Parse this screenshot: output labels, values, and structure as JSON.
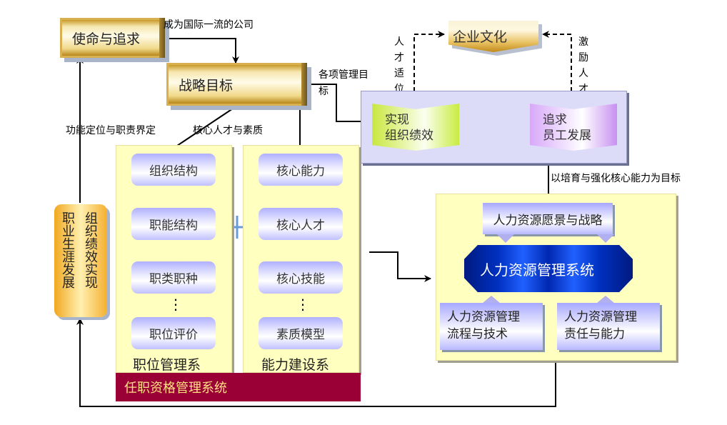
{
  "mission": "使命与追求",
  "strategy": "战略目标",
  "culture": "企业文化",
  "labels": {
    "world_class": "成为国际一流的公司",
    "mgmt_goals_1": "各项管理目",
    "mgmt_goals_2": "标",
    "function_positioning": "功能定位与职责界定",
    "core_talent_quality": "核心人才与素质",
    "talent_fit": "人才适位",
    "motivate_talent": "激励人才",
    "core_ability_goal": "以培育与强化核心能力为目标"
  },
  "performance": {
    "line1": "实现",
    "line2": "组织绩效"
  },
  "development": {
    "line1": "追求",
    "line2": "员工发展"
  },
  "position_column": {
    "title": "职位管理系",
    "items": [
      "组织结构",
      "职能结构",
      "职类职种",
      "职位评价"
    ],
    "ellipsis": "⋮"
  },
  "ability_column": {
    "title": "能力建设系",
    "items": [
      "核心能力",
      "核心人才",
      "核心技能",
      "素质模型"
    ],
    "ellipsis": "⋮"
  },
  "plus": "+",
  "qualification_system": "任职资格管理系统",
  "career_box": {
    "col1": "职业生涯发展",
    "col2": "组织绩效实现"
  },
  "hr": {
    "vision": "人力资源愿景与战略",
    "core": "人力资源管理系统",
    "process": {
      "line1": "人力资源管理",
      "line2": "流程与技术"
    },
    "responsibility": {
      "line1": "人力资源管理",
      "line2": "责任与能力"
    }
  }
}
